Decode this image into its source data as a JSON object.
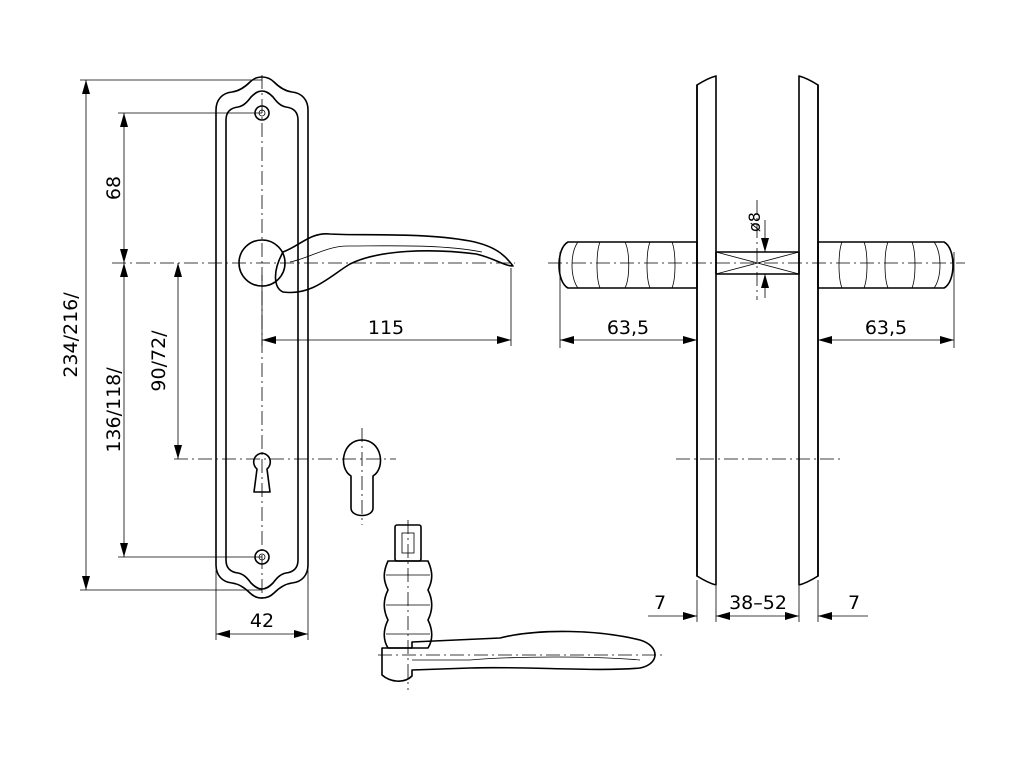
{
  "dimensions": {
    "overall_height": "234/216/",
    "upper_height": "68",
    "lock_spacing": "136/118/",
    "key_distance": "90/72/",
    "lever_length": "115",
    "plate_width": "42",
    "knob_left": "63,5",
    "knob_right": "63,5",
    "square": "ø8",
    "plate_thickness_left": "7",
    "door_thickness": "38–52",
    "plate_thickness_right": "7"
  },
  "icons": {
    "screw": "screw-icon",
    "keyhole": "keyhole-icon",
    "euro_profile": "euro-cylinder-hole-icon"
  }
}
